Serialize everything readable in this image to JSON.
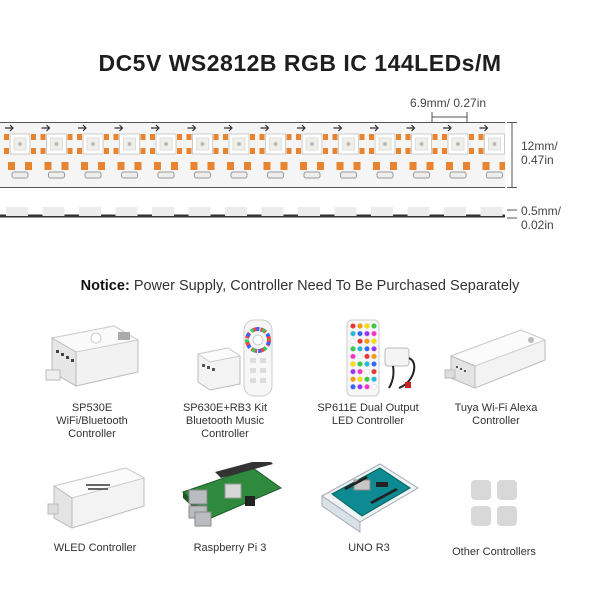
{
  "title": "DC5V WS2812B RGB IC 144LEDs/M",
  "dimensions": {
    "pitch": "6.9mm/ 0.27in",
    "width_mm": "12mm/",
    "width_in": "0.47in",
    "thickness_mm": "0.5mm/",
    "thickness_in": "0.02in"
  },
  "notice": {
    "label": "Notice:",
    "text": "Power Supply, Controller Need To Be Purchased Separately"
  },
  "controllers": [
    {
      "name": "SP530E",
      "lines": [
        "SP530E",
        "WiFi/Bluetooth",
        "Controller"
      ]
    },
    {
      "name": "SP630E+RB3 Kit",
      "lines": [
        "SP630E+RB3 Kit",
        "Bluetooth Music",
        "Controller"
      ]
    },
    {
      "name": "SP611E",
      "lines": [
        "SP611E Dual Output",
        "LED Controller"
      ]
    },
    {
      "name": "Tuya",
      "lines": [
        "Tuya Wi-Fi Alexa",
        "Controller"
      ]
    },
    {
      "name": "WLED",
      "lines": [
        "WLED Controller"
      ]
    },
    {
      "name": "Raspberry Pi",
      "lines": [
        "Raspberry Pi 3"
      ]
    },
    {
      "name": "UNO",
      "lines": [
        "UNO R3"
      ]
    },
    {
      "name": "Other",
      "lines": [
        "Other Controllers"
      ]
    }
  ],
  "colors": {
    "strip_pad": "#e8832f",
    "strip_bg": "#f4f4f4",
    "border": "#555555"
  }
}
